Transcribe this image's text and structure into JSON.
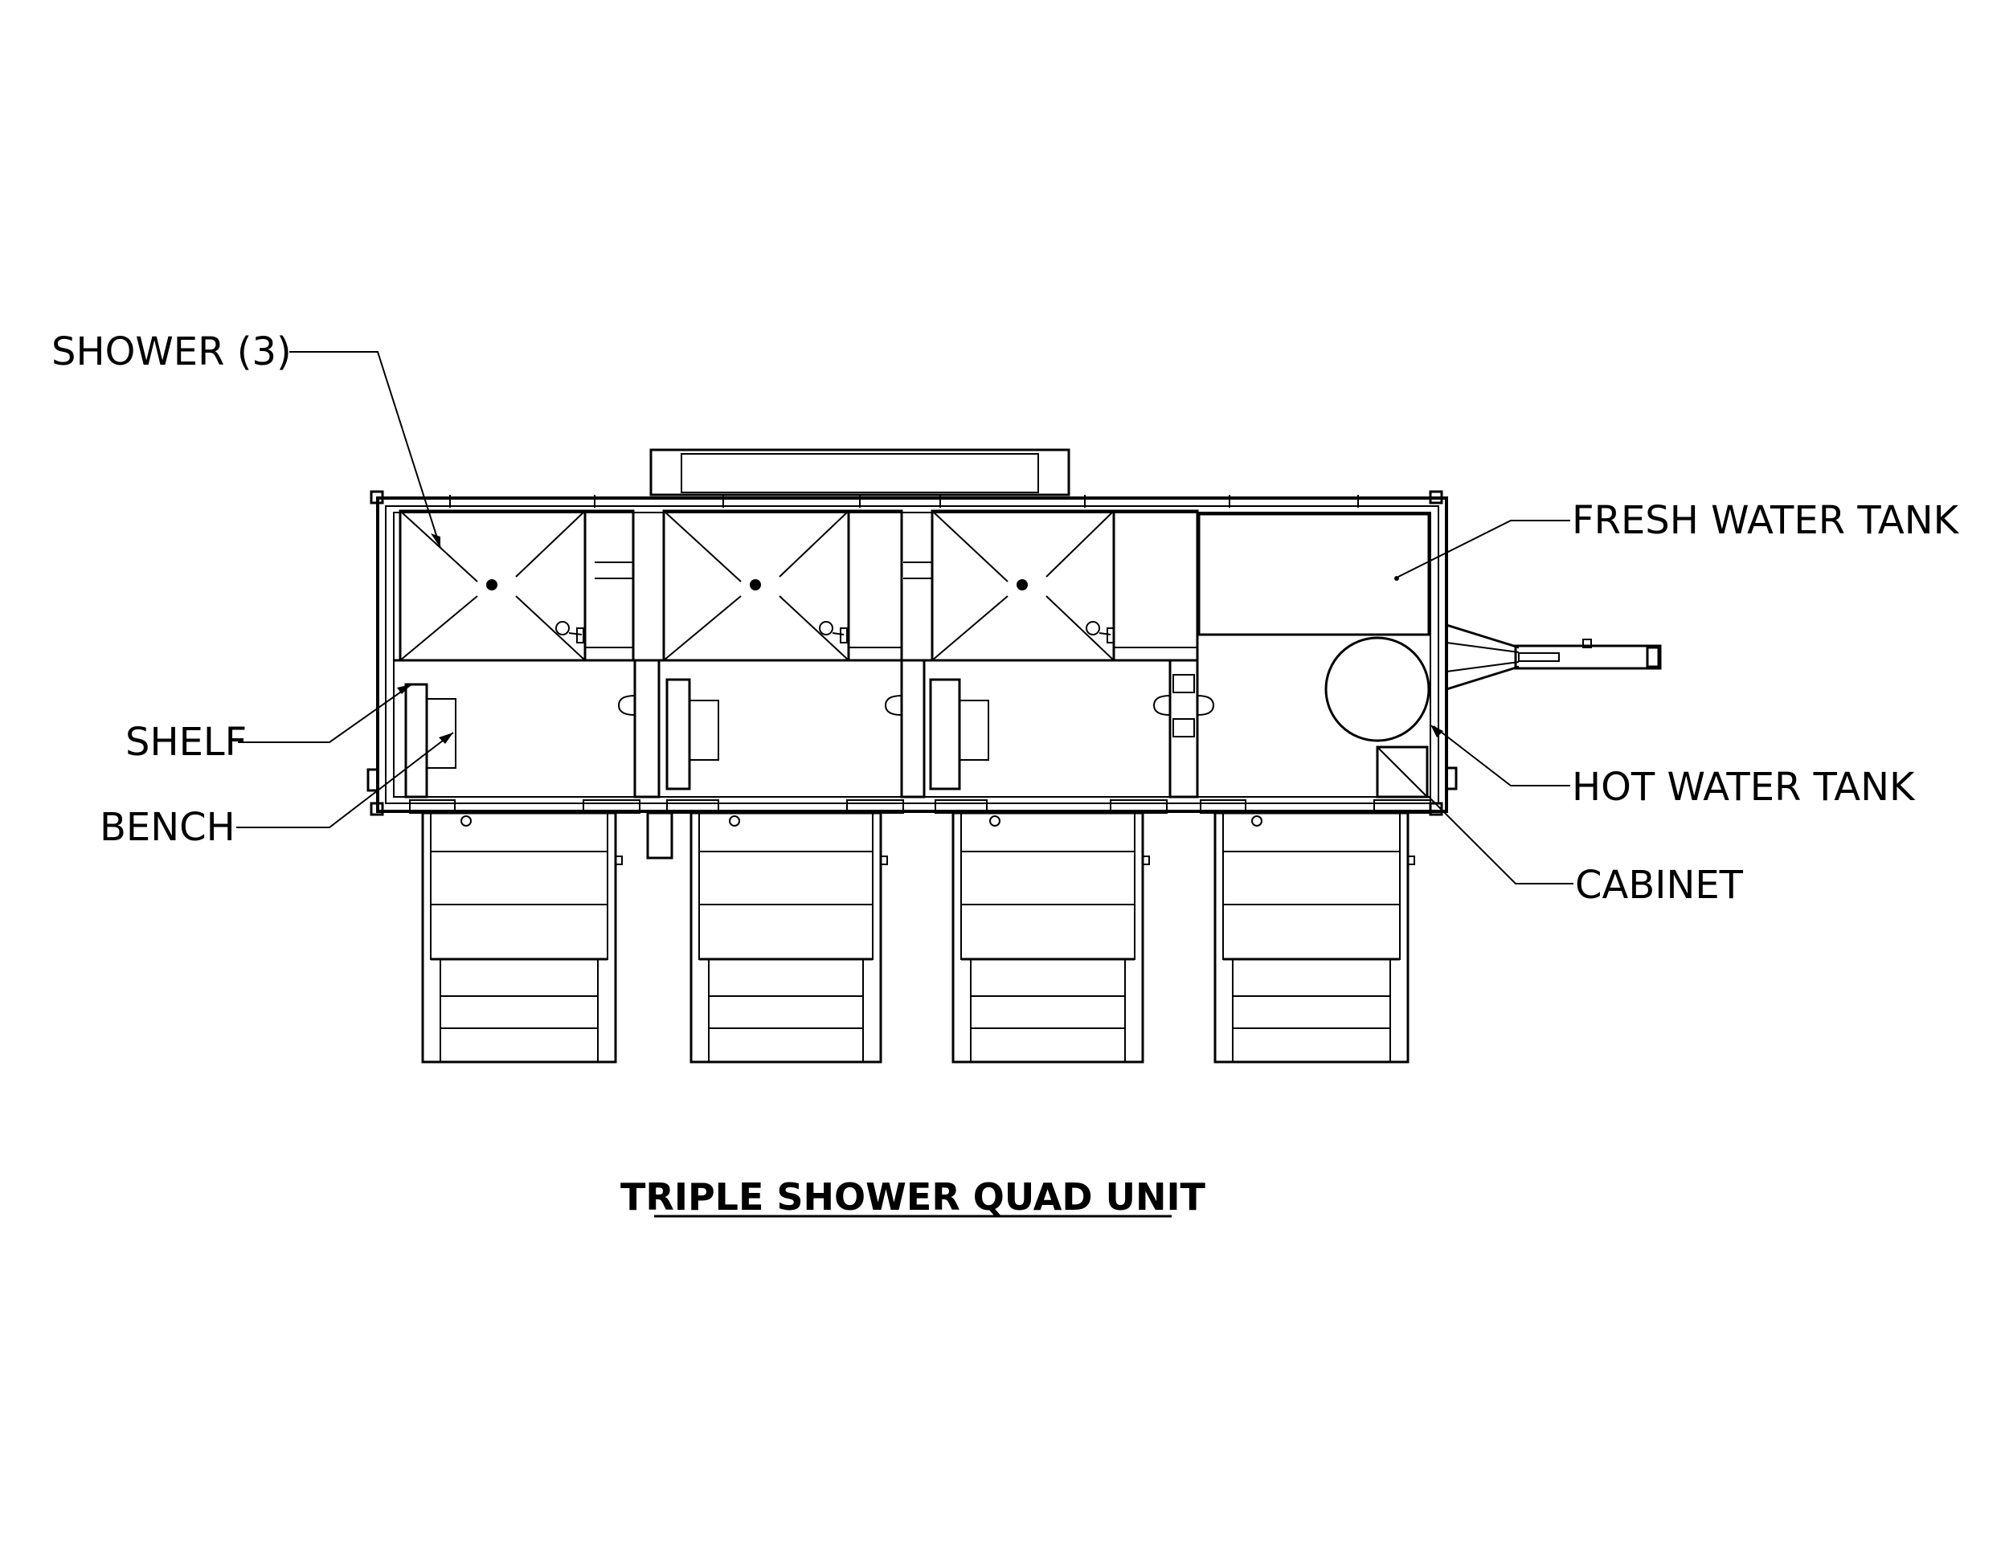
{
  "labels": {
    "shower": "SHOWER (3)",
    "shelf": "SHELF",
    "bench": "BENCH",
    "fresh_water_tank": "FRESH WATER TANK",
    "hot_water_tank": "HOT WATER TANK",
    "cabinet": "CABINET"
  },
  "title": "TRIPLE SHOWER QUAD UNIT"
}
